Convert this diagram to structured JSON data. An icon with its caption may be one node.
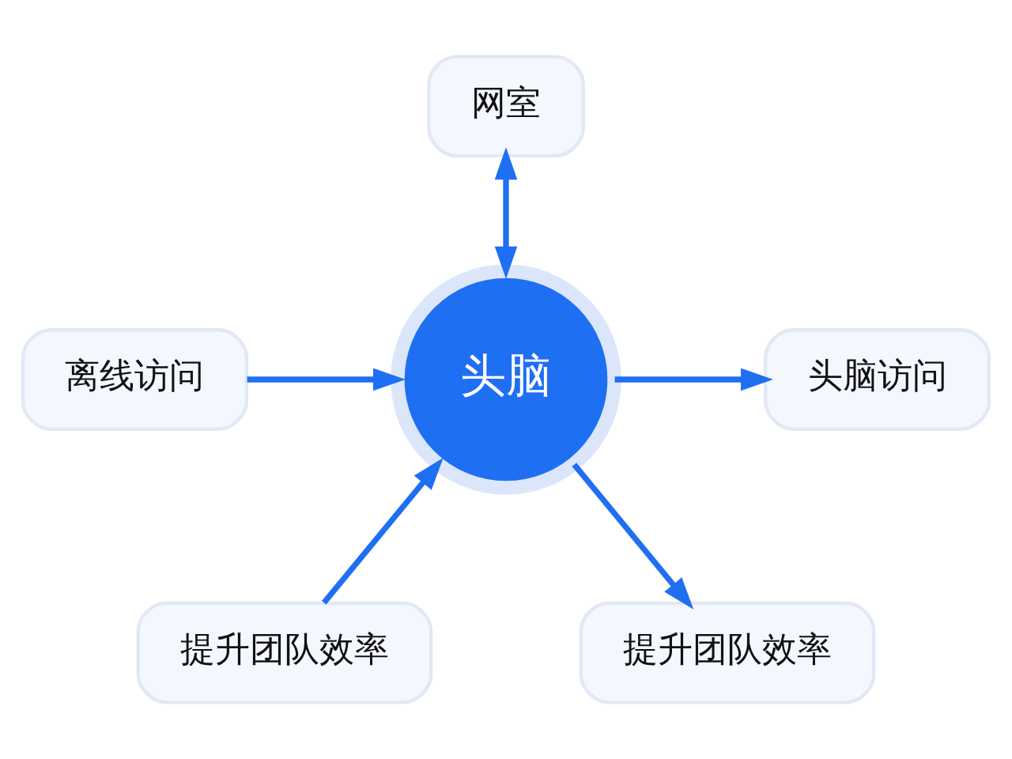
{
  "diagram": {
    "nodes": [
      {
        "text": [
          "网室"
        ]
      },
      {
        "text": [
          "离线访问"
        ]
      },
      {
        "text": [
          "头脑"
        ]
      },
      {
        "text": [
          "头脑访问"
        ]
      },
      {
        "text": [
          "提升团队效率"
        ]
      },
      {
        "text": [
          "提升团队效率"
        ]
      }
    ],
    "edges": [
      {
        "from": 0,
        "to": 2,
        "arrow": "both"
      },
      {
        "from": 1,
        "to": 2,
        "arrow": "to"
      },
      {
        "from": 2,
        "to": 3,
        "arrow": "to"
      },
      {
        "from": 4,
        "to": 2,
        "arrow": "to"
      },
      {
        "from": 2,
        "to": 5,
        "arrow": "to"
      }
    ]
  }
}
